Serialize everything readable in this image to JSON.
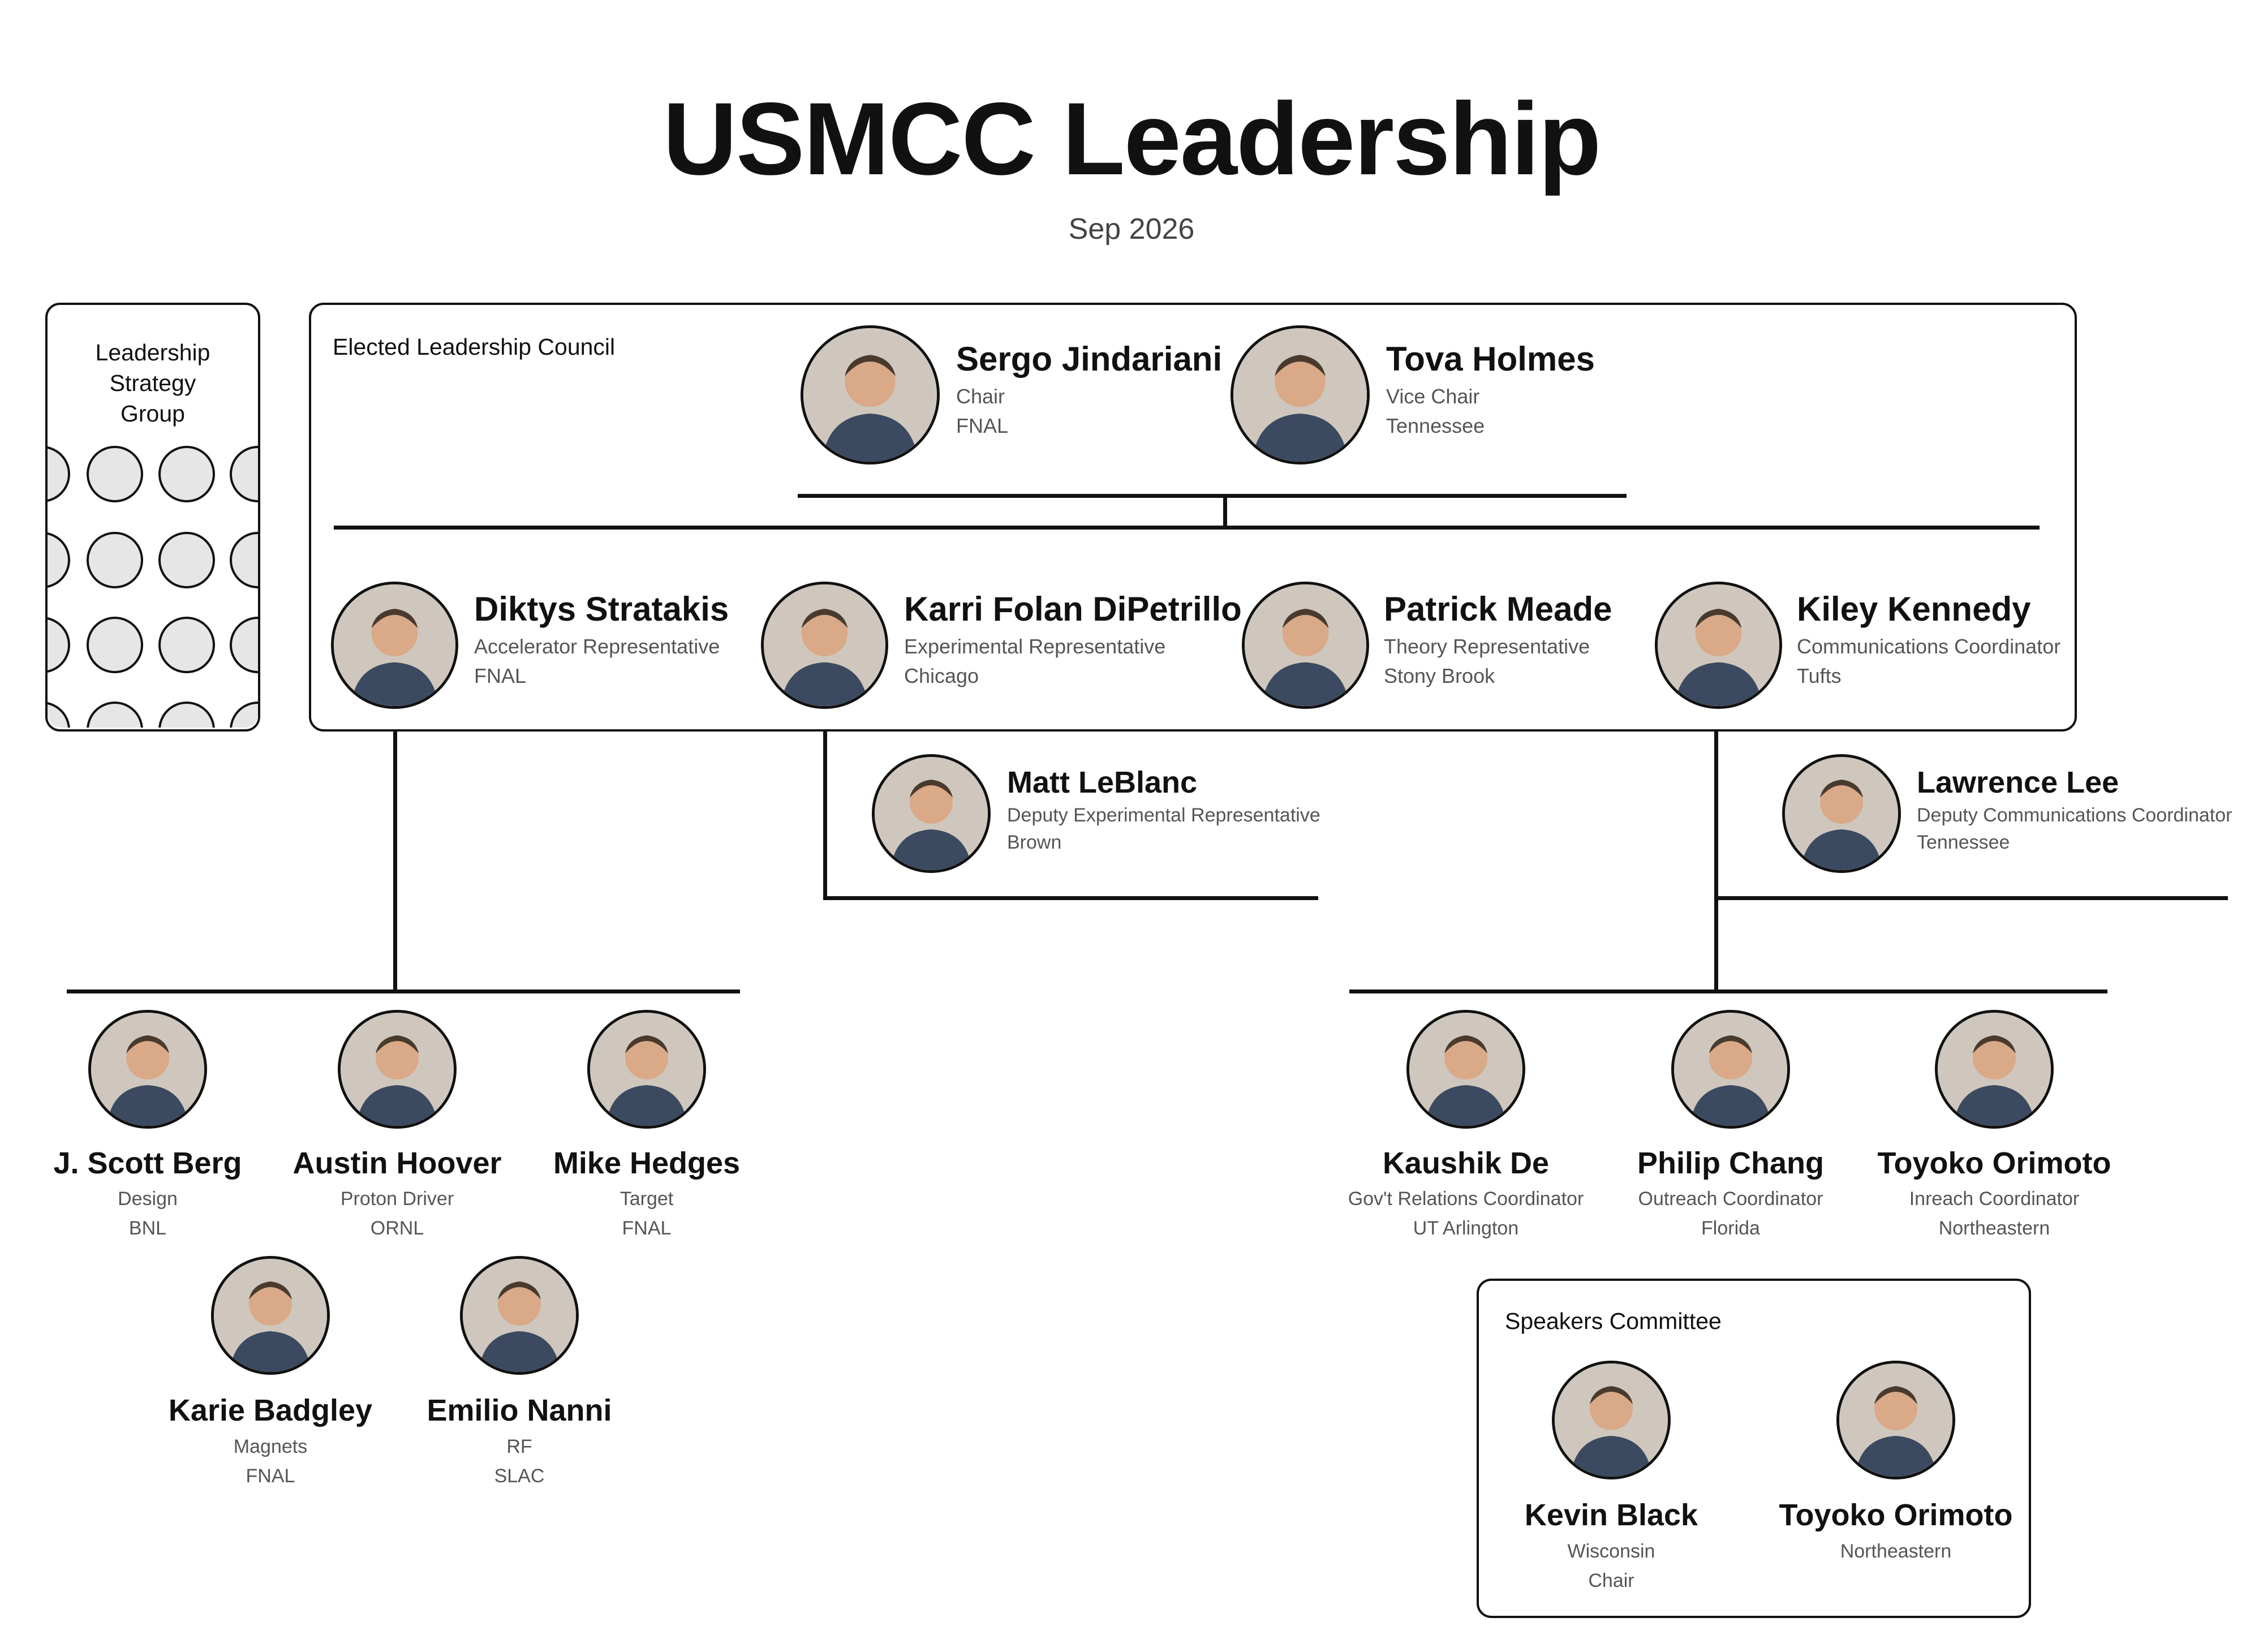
{
  "header": {
    "title": "USMCC Leadership",
    "date": "Sep 2026"
  },
  "lsg": {
    "label_1": "Leadership",
    "label_2": "Strategy",
    "label_3": "Group"
  },
  "council": {
    "label": "Elected Leadership Council",
    "chair": {
      "name": "Sergo Jindariani",
      "role": "Chair",
      "inst": "FNAL"
    },
    "vice_chair": {
      "name": "Tova Holmes",
      "role": "Vice Chair",
      "inst": "Tennessee"
    },
    "members": [
      {
        "name": "Diktys Stratakis",
        "role": "Accelerator Representative",
        "inst": "FNAL"
      },
      {
        "name": "Karri Folan DiPetrillo",
        "role": "Experimental Representative",
        "inst": "Chicago"
      },
      {
        "name": "Patrick Meade",
        "role": "Theory Representative",
        "inst": "Stony Brook"
      },
      {
        "name": "Kiley Kennedy",
        "role": "Communications Coordinator",
        "inst": "Tufts"
      }
    ]
  },
  "deputies": [
    {
      "name": "Matt LeBlanc",
      "role": "Deputy Experimental Representative",
      "inst": "Brown"
    },
    {
      "name": "Lawrence Lee",
      "role": "Deputy Communications Coordinator",
      "inst": "Tennessee"
    }
  ],
  "accelerator_team": [
    {
      "name": "J. Scott Berg",
      "role": "Design",
      "inst": "BNL"
    },
    {
      "name": "Austin Hoover",
      "role": "Proton Driver",
      "inst": "ORNL"
    },
    {
      "name": "Mike Hedges",
      "role": "Target",
      "inst": "FNAL"
    },
    {
      "name": "Karie Badgley",
      "role": "Magnets",
      "inst": "FNAL"
    },
    {
      "name": "Emilio Nanni",
      "role": "RF",
      "inst": "SLAC"
    }
  ],
  "communications_team": [
    {
      "name": "Kaushik De",
      "role": "Gov't Relations Coordinator",
      "inst": "UT Arlington"
    },
    {
      "name": "Philip Chang",
      "role": "Outreach Coordinator",
      "inst": "Florida"
    },
    {
      "name": "Toyoko Orimoto",
      "role": "Inreach Coordinator",
      "inst": "Northeastern"
    }
  ],
  "speakers": {
    "label": "Speakers Committee",
    "members": [
      {
        "name": "Kevin Black",
        "inst": "Wisconsin",
        "role": "Chair"
      },
      {
        "name": "Toyoko Orimoto",
        "inst": "Northeastern"
      }
    ]
  },
  "icons": {
    "avatar": "person-avatar-icon",
    "placeholder": "placeholder-circle"
  },
  "colors": {
    "line": "#111111",
    "placeholder_fill": "#e6e6e6",
    "name": "#111111",
    "info": "#555555"
  }
}
